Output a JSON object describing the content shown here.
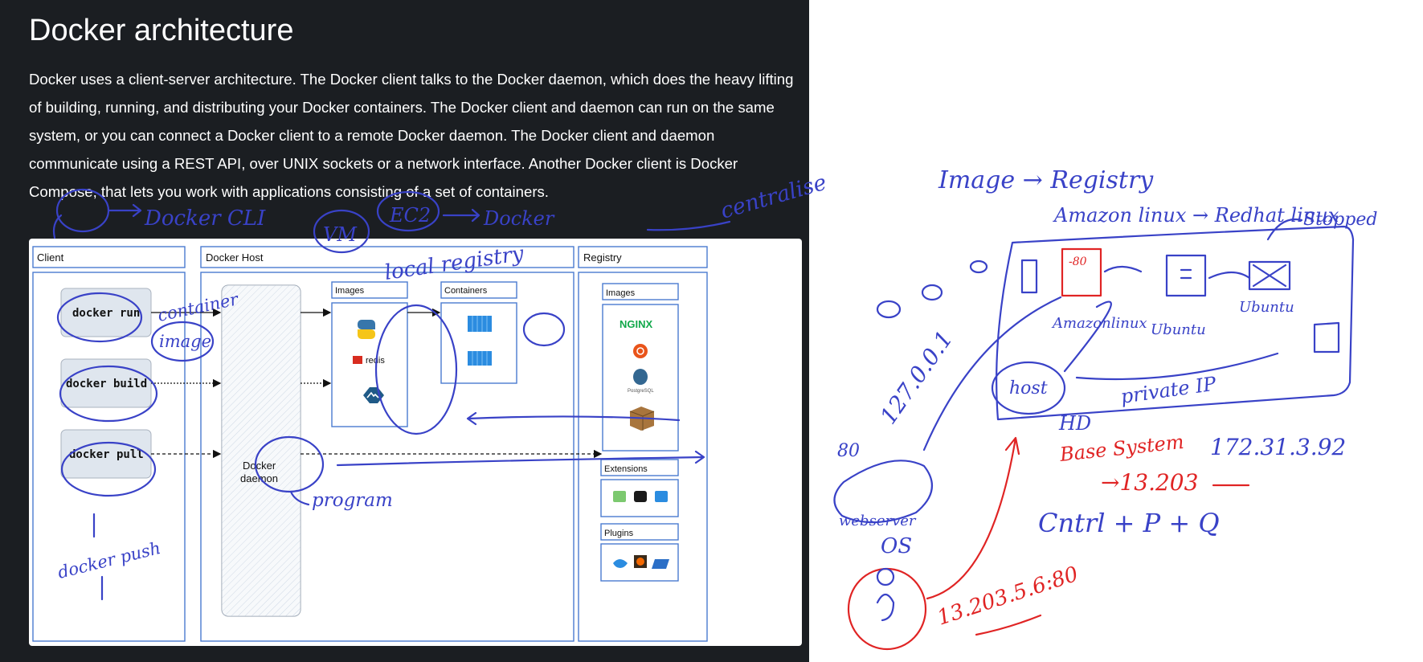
{
  "doc": {
    "title": "Docker architecture",
    "body": "Docker uses a client-server architecture. The Docker client talks to the Docker daemon, which does the heavy lifting of building, running, and distributing your Docker containers. The Docker client and daemon can run on the same system, or you can connect a Docker client to a remote Docker daemon. The Docker client and daemon communicate using a REST API, over UNIX sockets or a network interface. Another Docker client is Docker Compose, that lets you work with applications consisting of a set of containers."
  },
  "diagram": {
    "client": {
      "label": "Client",
      "commands": [
        "docker run",
        "docker build",
        "docker pull"
      ]
    },
    "host": {
      "label": "Docker Host",
      "daemon_line1": "Docker",
      "daemon_line2": "daemon",
      "images_label": "Images",
      "containers_label": "Containers",
      "redis_label": "redis"
    },
    "registry": {
      "label": "Registry",
      "images_label": "Images",
      "nginx_label": "NGINX",
      "postgres_label": "PostgreSQL",
      "extensions_label": "Extensions",
      "plugins_label": "Plugins"
    }
  },
  "annotations": {
    "left": {
      "docker_cli": "Docker CLI",
      "vm": "VM",
      "ec2": "EC2",
      "docker": "Docker",
      "centralise": "centralise",
      "local_registry": "local registry",
      "container": "container",
      "image": "image",
      "program": "program",
      "docker_push": "docker push"
    },
    "right": {
      "image_registry": "Image → Registry",
      "amazon_redhat": "Amazon linux → Redhat linux",
      "stopped": "Stopped",
      "amazonlinux": "Amazonlinux",
      "ubuntu_1": "Ubuntu",
      "ubuntu_2": "Ubuntu",
      "host": "host",
      "hd": "HD",
      "private_ip": "private IP",
      "loopback": "127.0.0.1",
      "eighty": "80",
      "webserver": "webserver",
      "os": "OS",
      "base_system": "Base System",
      "base_ip": "172.31.3.92",
      "ip_fragment": "→13.203",
      "keys": "Cntrl + P + Q",
      "public_ip": "13.203.5.6:80"
    }
  }
}
